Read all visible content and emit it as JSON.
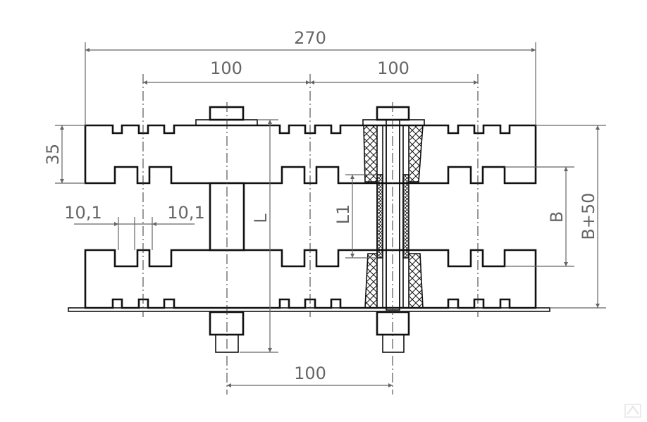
{
  "drawing": {
    "dimensions": {
      "overall_width": "270",
      "left_pitch": "100",
      "right_pitch": "100",
      "bolt_spacing": "100",
      "plate_height": "35",
      "groove_left": "10,1",
      "groove_right": "10,1",
      "length": "L",
      "insulation_length": "L1",
      "gap": "B",
      "total_height": "B+50"
    },
    "colors": {
      "outline": "#111111",
      "dimension": "#666666"
    },
    "logo_icon": "watermark-logo-icon"
  }
}
